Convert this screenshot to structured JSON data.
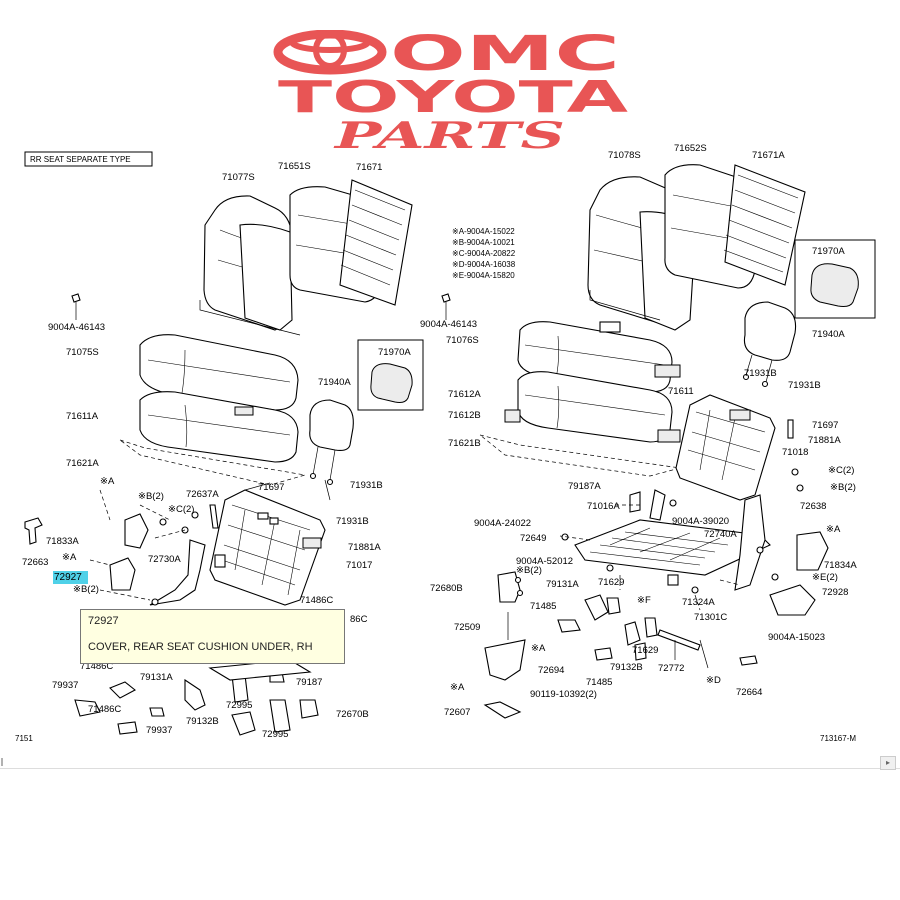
{
  "logo": {
    "line1": "OMC",
    "line2": "TOYOTA",
    "line3": "PARTS",
    "color": "#e85555"
  },
  "diagram": {
    "box_label": "RR SEAT SEPARATE TYPE",
    "footer_left": "7151",
    "footer_right": "713167-M",
    "legend": [
      "※A-9004A-15022",
      "※B-9004A-10021",
      "※C-9004A-20822",
      "※D-9004A-16038",
      "※E-9004A-15820"
    ],
    "labels": [
      {
        "id": "l1",
        "text": "71077S"
      },
      {
        "id": "l2",
        "text": "71651S"
      },
      {
        "id": "l3",
        "text": "71671"
      },
      {
        "id": "l4",
        "text": "9004A-46143"
      },
      {
        "id": "l5",
        "text": "71075S"
      },
      {
        "id": "l6",
        "text": "71611A"
      },
      {
        "id": "l7",
        "text": "71621A"
      },
      {
        "id": "l8",
        "text": "71970A"
      },
      {
        "id": "l9",
        "text": "71940A"
      },
      {
        "id": "l10",
        "text": "71697"
      },
      {
        "id": "l11",
        "text": "71931B"
      },
      {
        "id": "l12",
        "text": "71931B"
      },
      {
        "id": "l13",
        "text": "72637A"
      },
      {
        "id": "l14",
        "text": "※B(2)"
      },
      {
        "id": "l15",
        "text": "※A"
      },
      {
        "id": "l16",
        "text": "※C(2)"
      },
      {
        "id": "l17",
        "text": "71833A"
      },
      {
        "id": "l18",
        "text": "72663"
      },
      {
        "id": "l19",
        "text": "※A"
      },
      {
        "id": "l20",
        "text": "72730A"
      },
      {
        "id": "l21",
        "text": "71881A"
      },
      {
        "id": "l22",
        "text": "71017"
      },
      {
        "id": "l23",
        "text": "※B(2)"
      },
      {
        "id": "l24",
        "text": "71486C"
      },
      {
        "id": "l25",
        "text": "86C"
      },
      {
        "id": "l26",
        "text": "71486C"
      },
      {
        "id": "l27",
        "text": "79937"
      },
      {
        "id": "l28",
        "text": "79131A"
      },
      {
        "id": "l29",
        "text": "71486C"
      },
      {
        "id": "l30",
        "text": "79132B"
      },
      {
        "id": "l31",
        "text": "79937"
      },
      {
        "id": "l32",
        "text": "72995"
      },
      {
        "id": "l33",
        "text": "72995"
      },
      {
        "id": "l34",
        "text": "79187"
      },
      {
        "id": "l35",
        "text": "72670B"
      },
      {
        "id": "l36",
        "text": "71078S"
      },
      {
        "id": "l37",
        "text": "71652S"
      },
      {
        "id": "l38",
        "text": "71671A"
      },
      {
        "id": "l39",
        "text": "71970A"
      },
      {
        "id": "l40",
        "text": "9004A-46143"
      },
      {
        "id": "l41",
        "text": "71076S"
      },
      {
        "id": "l42",
        "text": "71940A"
      },
      {
        "id": "l43",
        "text": "71931B"
      },
      {
        "id": "l44",
        "text": "71931B"
      },
      {
        "id": "l45",
        "text": "71612A"
      },
      {
        "id": "l46",
        "text": "71611"
      },
      {
        "id": "l47",
        "text": "71612B"
      },
      {
        "id": "l48",
        "text": "71621B"
      },
      {
        "id": "l49",
        "text": "71697"
      },
      {
        "id": "l50",
        "text": "71881A"
      },
      {
        "id": "l51",
        "text": "71018"
      },
      {
        "id": "l52",
        "text": "※C(2)"
      },
      {
        "id": "l53",
        "text": "※B(2)"
      },
      {
        "id": "l54",
        "text": "79187A"
      },
      {
        "id": "l55",
        "text": "71016A"
      },
      {
        "id": "l56",
        "text": "9004A-24022"
      },
      {
        "id": "l57",
        "text": "9004A-39020"
      },
      {
        "id": "l58",
        "text": "72638"
      },
      {
        "id": "l59",
        "text": "72649"
      },
      {
        "id": "l60",
        "text": "72740A"
      },
      {
        "id": "l61",
        "text": "※A"
      },
      {
        "id": "l62",
        "text": "9004A-52012"
      },
      {
        "id": "l63",
        "text": "※B(2)"
      },
      {
        "id": "l64",
        "text": "71834A"
      },
      {
        "id": "l65",
        "text": "※E(2)"
      },
      {
        "id": "l66",
        "text": "72680B"
      },
      {
        "id": "l67",
        "text": "79131A"
      },
      {
        "id": "l68",
        "text": "71629"
      },
      {
        "id": "l69",
        "text": "72928"
      },
      {
        "id": "l70",
        "text": "※F"
      },
      {
        "id": "l71",
        "text": "71324A"
      },
      {
        "id": "l72",
        "text": "71485"
      },
      {
        "id": "l73",
        "text": "71301C"
      },
      {
        "id": "l74",
        "text": "72509"
      },
      {
        "id": "l75",
        "text": "※A"
      },
      {
        "id": "l76",
        "text": "9004A-15023"
      },
      {
        "id": "l77",
        "text": "72694"
      },
      {
        "id": "l78",
        "text": "79132B"
      },
      {
        "id": "l79",
        "text": "71629"
      },
      {
        "id": "l80",
        "text": "72772"
      },
      {
        "id": "l81",
        "text": "※A"
      },
      {
        "id": "l82",
        "text": "71485"
      },
      {
        "id": "l83",
        "text": "※D"
      },
      {
        "id": "l84",
        "text": "90119-10392(2)"
      },
      {
        "id": "l85",
        "text": "72664"
      },
      {
        "id": "l86",
        "text": "72607"
      }
    ]
  },
  "selected_part": {
    "code": "72927"
  },
  "tooltip": {
    "code": "72927",
    "description": "COVER, REAR SEAT CUSHION UNDER, RH"
  }
}
